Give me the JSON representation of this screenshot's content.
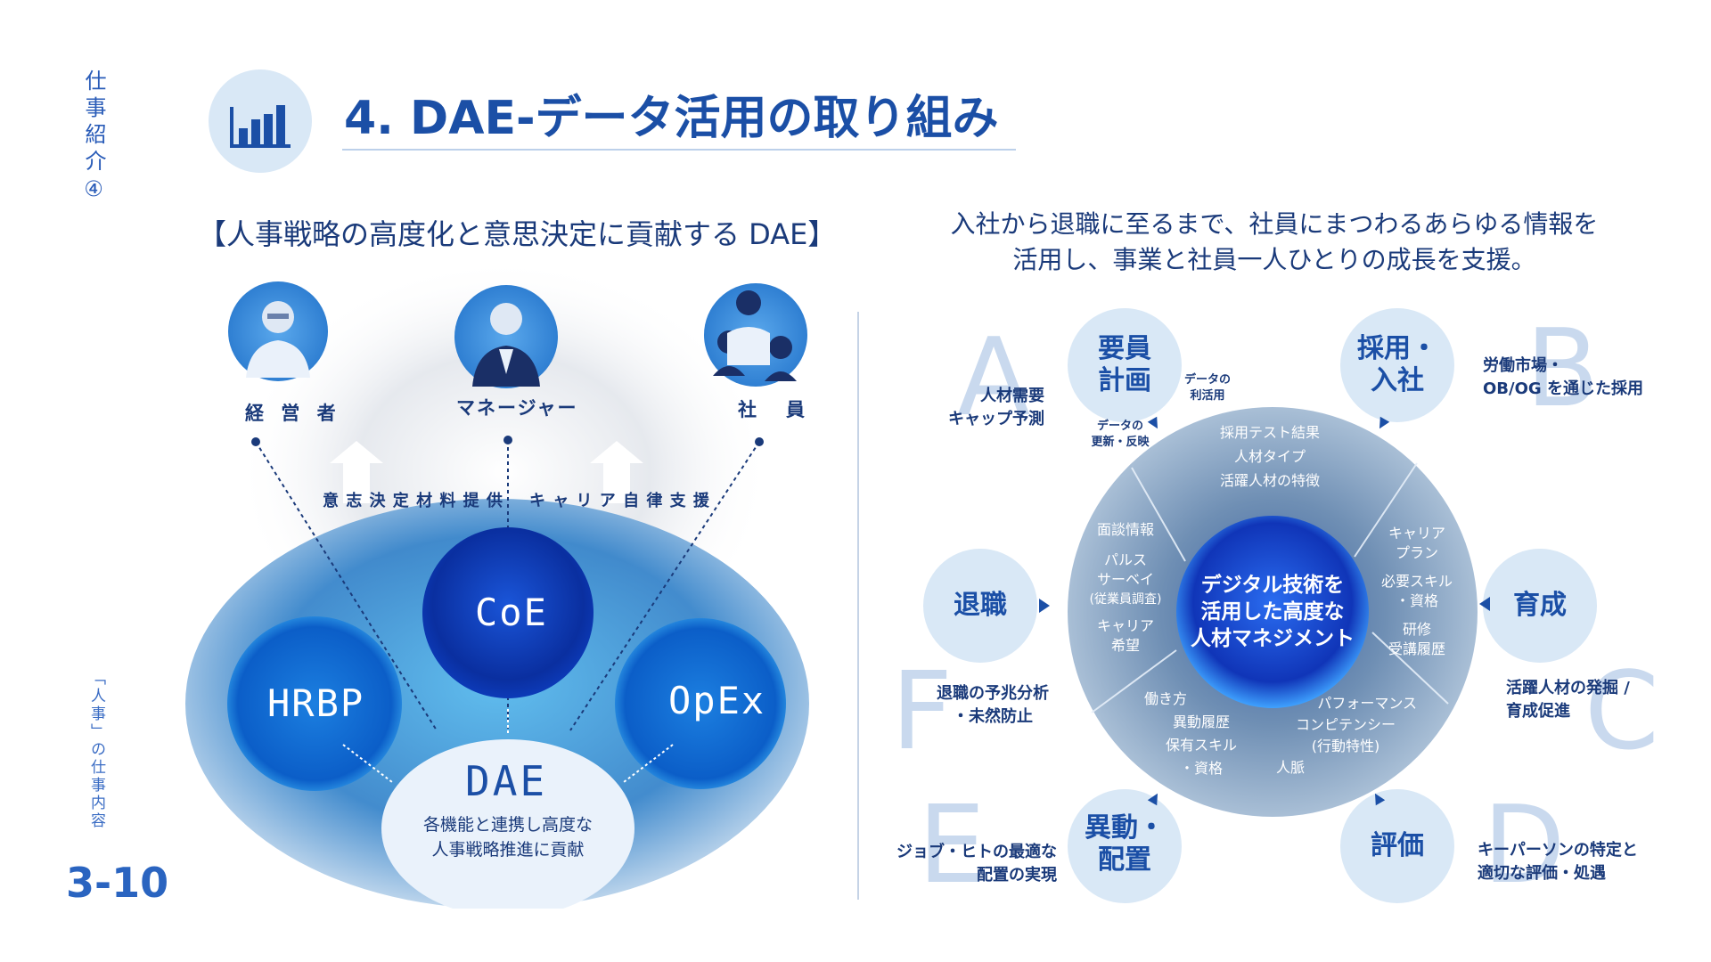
{
  "side": {
    "label": "仕事紹介④",
    "footer": "「人事」の仕事内容",
    "page_number": "3-10"
  },
  "header": {
    "title": "4. DAE-データ活用の取り組み",
    "icon": "bar-chart-icon"
  },
  "left": {
    "subtitle": "【人事戦略の高度化と意思決定に貢献する DAE】",
    "roles": [
      "経 営 者",
      "マネージャー",
      "社　員"
    ],
    "flows": [
      "意 志 決 定 材 料 提 供",
      "キ ャ リ ア 自 律 支 援"
    ],
    "bubbles": {
      "coe": "CoE",
      "hrbp": "HRBP",
      "opex": "OpEx"
    },
    "dae": {
      "title": "DAE",
      "desc_line1": "各機能と連携し高度な",
      "desc_line2": "人事戦略推進に貢献"
    }
  },
  "right": {
    "subtitle_line1": "入社から退職に至るまで、社員にまつわるあらゆる情報を",
    "subtitle_line2": "活用し、事業と社員一人ひとりの成長を支援。",
    "center_lines": [
      "デジタル技術を",
      "活用した高度な",
      "人材マネジメント"
    ],
    "nodes": {
      "a": {
        "letter": "A",
        "label_line1": "要員",
        "label_line2": "計画",
        "note_line1": "人材需要",
        "note_line2": "キャップ予測"
      },
      "b": {
        "letter": "B",
        "label_line1": "採用・",
        "label_line2": "入社",
        "note_line1": "労働市場・",
        "note_line2": "OB/OG を通じた採用"
      },
      "c": {
        "letter": "C",
        "label_line1": "育成",
        "note_line1": "活躍人材の発掘 /",
        "note_line2": "育成促進"
      },
      "d": {
        "letter": "D",
        "label_line1": "評価",
        "note_line1": "キーパーソンの特定と",
        "note_line2": "適切な評価・処遇"
      },
      "e": {
        "letter": "E",
        "label_line1": "異動・",
        "label_line2": "配置",
        "note_line1": "ジョブ・ヒトの最適な",
        "note_line2": "配置の実現"
      },
      "f": {
        "letter": "F",
        "label_line1": "退職",
        "note_line1": "退職の予兆分析",
        "note_line2": "・未然防止"
      }
    },
    "small_labels": {
      "use_line1": "データの",
      "use_line2": "利活用",
      "update_line1": "データの",
      "update_line2": "更新・反映"
    },
    "ring_top": [
      "採用テスト結果",
      "人材タイプ",
      "活躍人材の特徴"
    ],
    "ring_left": [
      "面談情報",
      "パルス",
      "サーベイ",
      "(従業員調査)",
      "キャリア",
      "希望"
    ],
    "ring_right": [
      "キャリア",
      "プラン",
      "必要スキル",
      "・資格",
      "研修",
      "受講履歴"
    ],
    "ring_bottom_left": [
      "働き方",
      "異動履歴",
      "保有スキル",
      "・資格"
    ],
    "ring_bottom_right": [
      "パフォーマンス",
      "コンピテンシー",
      "(行動特性)",
      "人脈"
    ]
  },
  "colors": {
    "primary": "#1b4fa6",
    "bubble": "#0a3fb8",
    "light": "#d9e8f6",
    "ring": "#7f9bb8"
  }
}
